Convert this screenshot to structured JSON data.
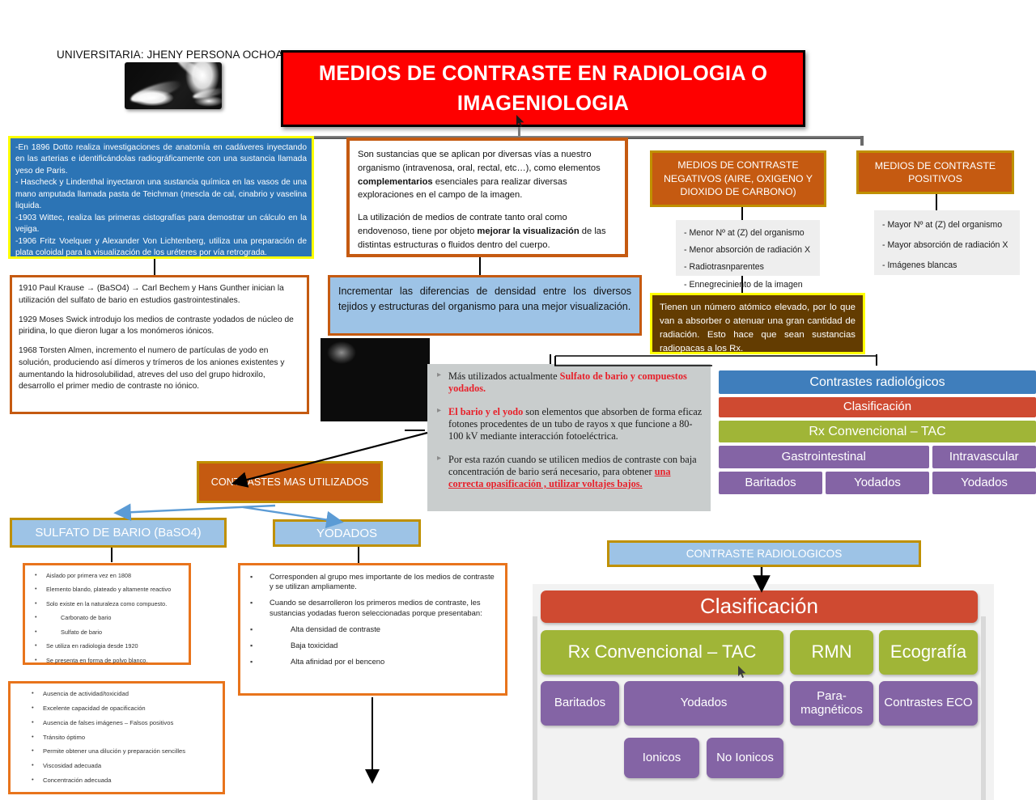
{
  "header": {
    "author_line": "UNIVERSITARIA: JHENY PERSONA OCHOA",
    "title": "MEDIOS DE CONTRASTE EN RADIOLOGIA O IMAGENIOLOGIA",
    "xray_image_alt": "xray-image",
    "colors": {
      "title_bg": "#fe0000",
      "title_text": "#ffffff"
    }
  },
  "history_box": {
    "lines": [
      "-En 1896 Dotto realiza investigaciones de anatomía en cadáveres inyectando en las arterias e identificándolas radiográficamente con una sustancia llamada yeso de Paris.",
      "- Hascheck y Lindenthal inyectaron una sustancia química en las vasos de una mano amputada llamada pasta de Teichman (mescla de cal, cinabrio y vaselina liquida.",
      "-1903 Wittec, realiza las primeras cistografías para demostrar un cálculo en la vejiga.",
      "-1906 Fritz Voelquer y Alexander Von Lichtenberg, utiliza una preparación de plata coloidal para la visualización de los uréteres por vía retrograda."
    ],
    "colors": {
      "bg": "#2c74b5",
      "border": "#ffff00",
      "text": "#ffffff"
    }
  },
  "history_box2": {
    "paragraphs": [
      "1910 Paul Krause → (BaSO4) → Carl Bechem y Hans Gunther inician la utilización del sulfato de bario en estudios gastrointestinales.",
      "1929 Moses Swick introdujo los medios de contraste yodados de núcleo de piridina, lo que dieron lugar a los monómeros iónicos.",
      "1968 Torsten Almen, incremento el numero de partículas de yodo en solución, produciendo así dímeros y trímeros de los aniones existentes y aumentando la hidrosolubilidad, atreves del uso del grupo hidroxilo, desarrollo el primer medio de contraste no iónico."
    ]
  },
  "definition_box": {
    "p1_a": "Son sustancias que se aplican por diversas vías a nuestro organismo (intravenosa, oral, rectal, etc…), como elementos ",
    "p1_bold": "complementarios",
    "p1_b": " esenciales para realizar diversas exploraciones en el campo de la imagen.",
    "p2_a": "La utilización de medios de contrate tanto oral como endovenoso, tiene por objeto ",
    "p2_bold": "mejorar la visualización",
    "p2_b": " de las distintas estructuras o fluidos dentro del cuerpo."
  },
  "purpose_box": {
    "text": "Incrementar las diferencias de densidad entre los diversos tejidos y estructuras del organismo para una mejor visualización."
  },
  "negative_contrast": {
    "title": "MEDIOS DE CONTRASTE NEGATIVOS (AIRE, OXIGENO Y DIOXIDO DE CARBONO)",
    "items": [
      "- Menor Nº at (Z) del organismo",
      "- Menor absorción de radiación X",
      "- Radiotrasnparentes",
      "- Ennegreciniento de la imagen"
    ]
  },
  "positive_contrast": {
    "title": "MEDIOS DE CONTRASTE POSITIVOS",
    "items": [
      "- Mayor Nº at (Z) del organismo",
      "- Mayor absorción de radiación X",
      "- Imágenes blancas"
    ]
  },
  "atomic_note": {
    "text": "Tienen un número atómico elevado, por lo que van a absorber o atenuar una gran cantidad de radiación. Esto hace que sean sustancias radiopacas a los Rx."
  },
  "key_facts": {
    "b1_a": "Más utilizados actualmente  ",
    "b1_red": "Sulfato de bario y compuestos yodados.",
    "b2_red": "El bario y el yodo",
    "b2_rest": " son elementos que absorben de forma eficaz fotones procedentes de un tubo de rayos x que funcione a 80-100 kV mediante interacción fotoeléctrica.",
    "b3_a": "Por esta razón cuando se utilicen medios de contraste con baja concentración de bario será necesario, para obtener ",
    "b3_underline": "una correcta opasificación , utilizar voltajes bajos."
  },
  "small_flow_table": {
    "rows": [
      {
        "cells": [
          {
            "label": "Contrastes radiológicos",
            "color": "blue",
            "flex": 1
          }
        ]
      },
      {
        "cells": [
          {
            "label": "Clasificación",
            "color": "red",
            "flex": 1
          }
        ]
      },
      {
        "cells": [
          {
            "label": "Rx Convencional – TAC",
            "color": "green",
            "flex": 1
          }
        ]
      },
      {
        "cells": [
          {
            "label": "Gastrointestinal",
            "color": "purple",
            "flex": 2.02
          },
          {
            "label": "Intravascular",
            "color": "purple",
            "flex": 1
          }
        ]
      },
      {
        "cells": [
          {
            "label": "Baritados",
            "color": "purple",
            "flex": 1
          },
          {
            "label": "Yodados",
            "color": "purple",
            "flex": 1
          },
          {
            "label": "Yodados",
            "color": "purple",
            "flex": 1
          }
        ]
      }
    ]
  },
  "contrastes_mas_utilizados": {
    "label": "CONTRASTES MAS UTILIZADOS"
  },
  "sulfato_bario": {
    "title": "SULFATO DE BARIO (BaSO4)",
    "items": [
      {
        "text": "Aislado por primera vez en 1808",
        "sub": false
      },
      {
        "text": "Elemento blando, plateado y altamente reactivo",
        "sub": false
      },
      {
        "text": "Solo existe en la naturaleza como  compuesto.",
        "sub": false
      },
      {
        "text": "Carbonato de bario",
        "sub": true
      },
      {
        "text": "Sulfato de bario",
        "sub": true
      },
      {
        "text": "Se utiliza en radiologia desde 1920",
        "sub": false
      },
      {
        "text": "Se presenta en forma de polvo blanco.",
        "sub": false
      }
    ]
  },
  "sulfato_props": {
    "items": [
      "Ausencia de actividad/toxicidad",
      "Excelente capacidad de opacificación",
      "Ausencia de falses imágenes – Falsos positivos",
      "Tránsito óptimo",
      "Permite obtener una dilución y preparación sencilles",
      "Viscosidad adecuada",
      "Concentración adecuada"
    ]
  },
  "yodados": {
    "title": "YODADOS",
    "items": [
      {
        "text": "Corresponden al grupo mes importante de los medios de contraste y se utilizan ampliamente.",
        "sub": false
      },
      {
        "text": "Cuando se desarrolleron los primeros medios de contraste, les sustancias yodadas fueron seleccionadas porque presentaban:",
        "sub": false
      },
      {
        "text": "Alta densidad de contraste",
        "sub": true
      },
      {
        "text": "Baja toxicidad",
        "sub": true
      },
      {
        "text": "Alta afinidad por el benceno",
        "sub": true
      }
    ]
  },
  "contraste_radiologicos_header": {
    "label": "CONTRASTE RADIOLOGICOS"
  },
  "big_diagram": {
    "classification_label": "Clasificación",
    "row_modalities": [
      {
        "label": "Rx Convencional – TAC",
        "color": "green"
      },
      {
        "label": "RMN",
        "color": "green"
      },
      {
        "label": "Ecografía",
        "color": "green"
      }
    ],
    "row_agents": [
      {
        "label": "Baritados",
        "color": "purple"
      },
      {
        "label": "Yodados",
        "color": "purple"
      },
      {
        "label": "Para-\nmagnéticos",
        "color": "purple"
      },
      {
        "label": "Contrastes ECO",
        "color": "purple"
      }
    ],
    "row_sub": [
      {
        "label": "Ionicos",
        "color": "purple"
      },
      {
        "label": "No Ionicos",
        "color": "purple"
      }
    ]
  },
  "palette": {
    "blue_fill": "#9dc3e6",
    "brown": "#c55a11",
    "gold_border": "#bf9000",
    "purple": "#8464a5",
    "green": "#a0b537",
    "red": "#cf4a31",
    "blue_header": "#3f7ebc",
    "dark_brown": "#633c01",
    "yellow": "#ffff00"
  }
}
